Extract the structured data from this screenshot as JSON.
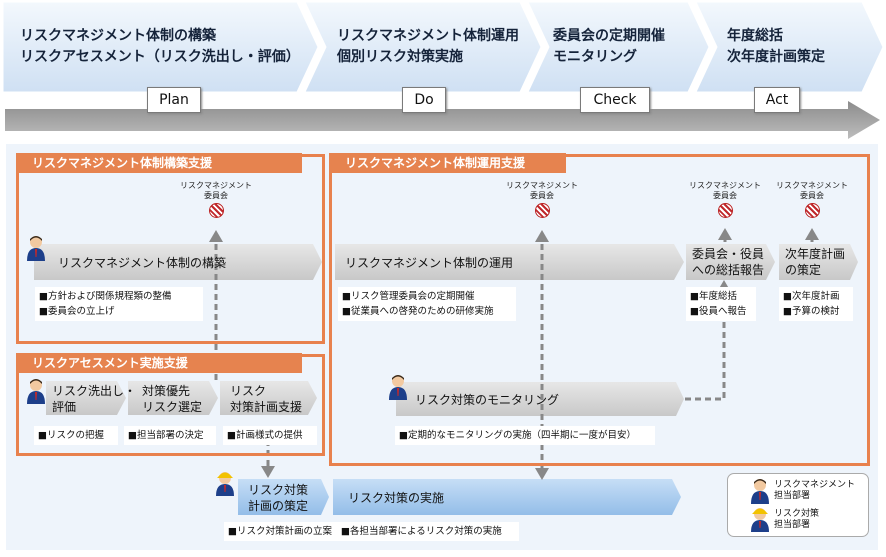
{
  "phases": [
    {
      "line1": "リスクマネジメント体制の構築",
      "line2": "リスクアセスメント（リスク洗出し・評価）",
      "label": "Plan"
    },
    {
      "line1": "リスクマネジメント体制運用",
      "line2": "個別リスク対策実施",
      "label": "Do"
    },
    {
      "line1": "委員会の定期開催",
      "line2": "モニタリング",
      "label": "Check"
    },
    {
      "line1": "年度総括",
      "line2": "次年度計画策定",
      "label": "Act"
    }
  ],
  "build_support": {
    "title": "リスクマネジメント体制構築支援",
    "committee": [
      "リスクマネジメント",
      "委員会"
    ],
    "step": "リスクマネジメント体制の構築",
    "notes": [
      "■方針および関係規程類の整備",
      "■委員会の立上げ"
    ]
  },
  "assessment_support": {
    "title": "リスクアセスメント実施支援",
    "steps": [
      {
        "l1": "リスク洗出し・",
        "l2": "評価",
        "note": "■リスクの把握"
      },
      {
        "l1": "対策優先",
        "l2": "リスク選定",
        "note": "■担当部署の決定"
      },
      {
        "l1": "リスク",
        "l2": "対策計画支援",
        "note": "■計画様式の提供"
      }
    ]
  },
  "operation_support": {
    "title": "リスクマネジメント体制運用支援",
    "committees": [
      [
        "リスクマネジメント",
        "委員会"
      ],
      [
        "リスクマネジメント",
        "委員会"
      ],
      [
        "リスクマネジメント",
        "委員会"
      ]
    ],
    "operation_step": "リスクマネジメント体制の運用",
    "operation_notes": [
      "■リスク管理委員会の定期開催",
      "■従業員への啓発のための研修実施"
    ],
    "report_step": {
      "l1": "委員会・役員",
      "l2": "への総括報告"
    },
    "report_notes": [
      "■年度総括",
      "■役員へ報告"
    ],
    "plan_step": {
      "l1": "次年度計画",
      "l2": "の策定"
    },
    "plan_notes": [
      "■次年度計画",
      "■予算の検討"
    ],
    "monitoring_step": "リスク対策のモニタリング",
    "monitoring_note": "■定期的なモニタリングの実施（四半期に一度が目安）"
  },
  "bottom": {
    "plan_step": {
      "l1": "リスク対策",
      "l2": "計画の策定"
    },
    "implement_step": "リスク対策の実施",
    "notes": [
      "■リスク対策計画の立案",
      "■各担当部署によるリスク対策の実施"
    ]
  },
  "legend": [
    {
      "l1": "リスクマネジメント",
      "l2": "担当部署"
    },
    {
      "l1": "リスク対策",
      "l2": "担当部署"
    }
  ]
}
